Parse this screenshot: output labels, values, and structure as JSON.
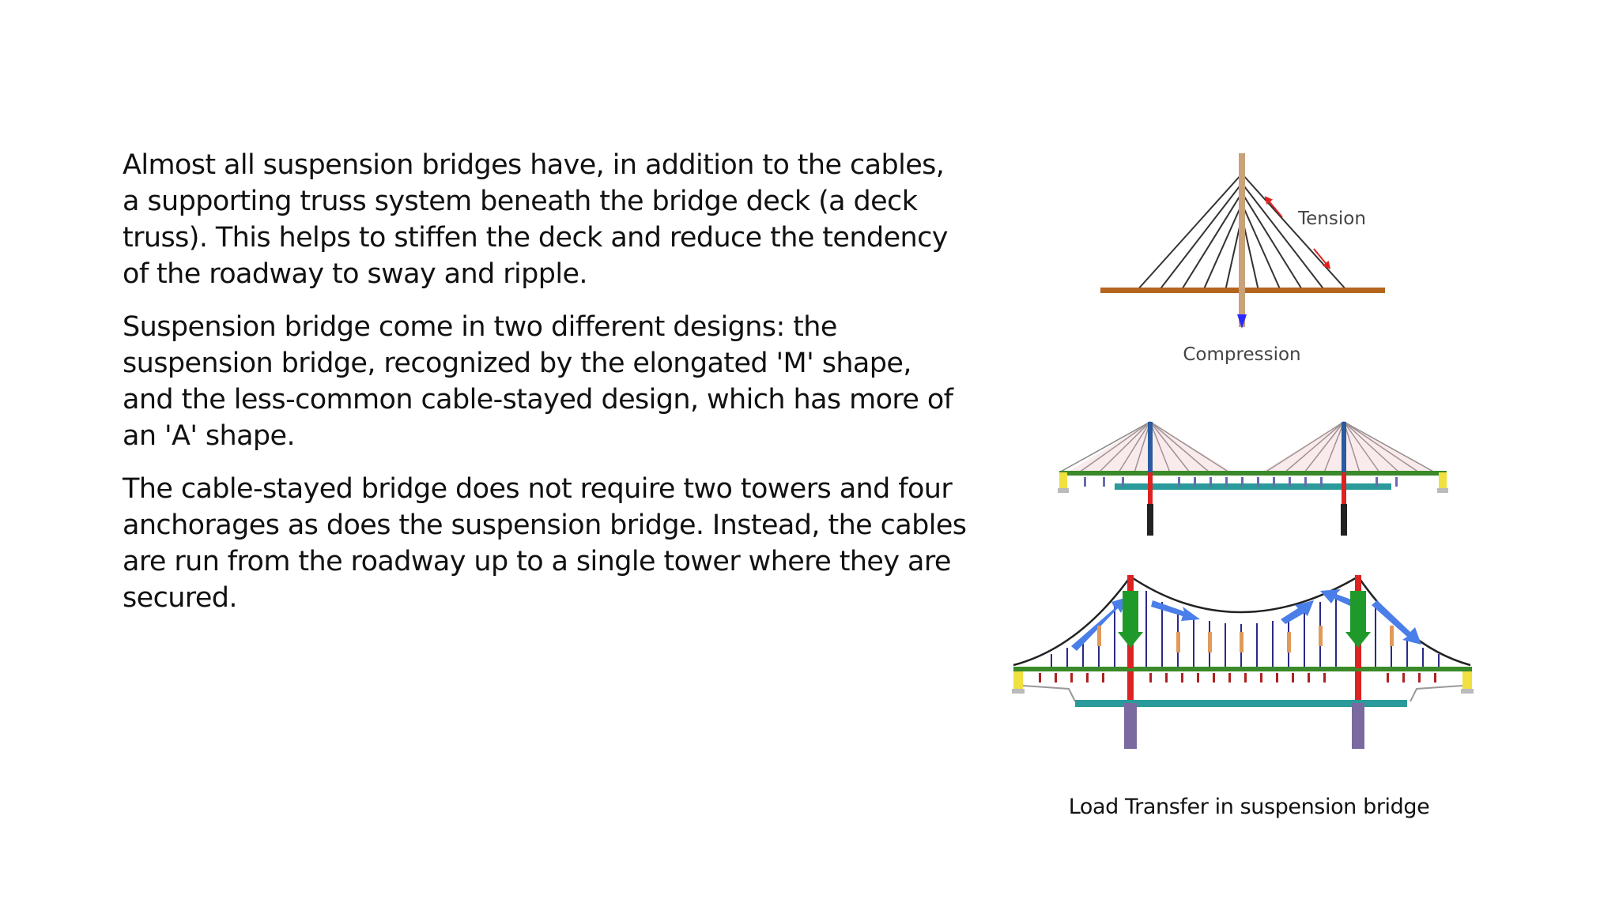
{
  "paragraphs": [
    "Almost all suspension bridges have, in addition to the cables, a supporting truss system beneath the bridge deck (a deck truss). This helps to stiffen the deck and reduce the tendency of the roadway to sway and ripple.",
    "Suspension bridge come in two different designs: the suspension bridge, recognized by the elongated 'M' shape, and the less-common cable-stayed design, which has more of an 'A' shape.",
    "The cable-stayed bridge does not require two towers and four anchorages as does the suspension bridge. Instead, the cables are run from the roadway up to a single tower where they are secured."
  ],
  "diagram": {
    "tension_label": "Tension",
    "compression_label": "Compression"
  },
  "caption": "Load Transfer in suspension bridge",
  "colors": {
    "tower": "#c9a27a",
    "deck": "#b5651d",
    "tension_arrow": "#e02020",
    "compression_arrow": "#2a2aff",
    "girder": "#3a8a2a",
    "pier": "#7a6aa0",
    "load_arrow": "#b02020",
    "cable_force": "#4a7ee8",
    "tower_force": "#1f9a2a"
  }
}
